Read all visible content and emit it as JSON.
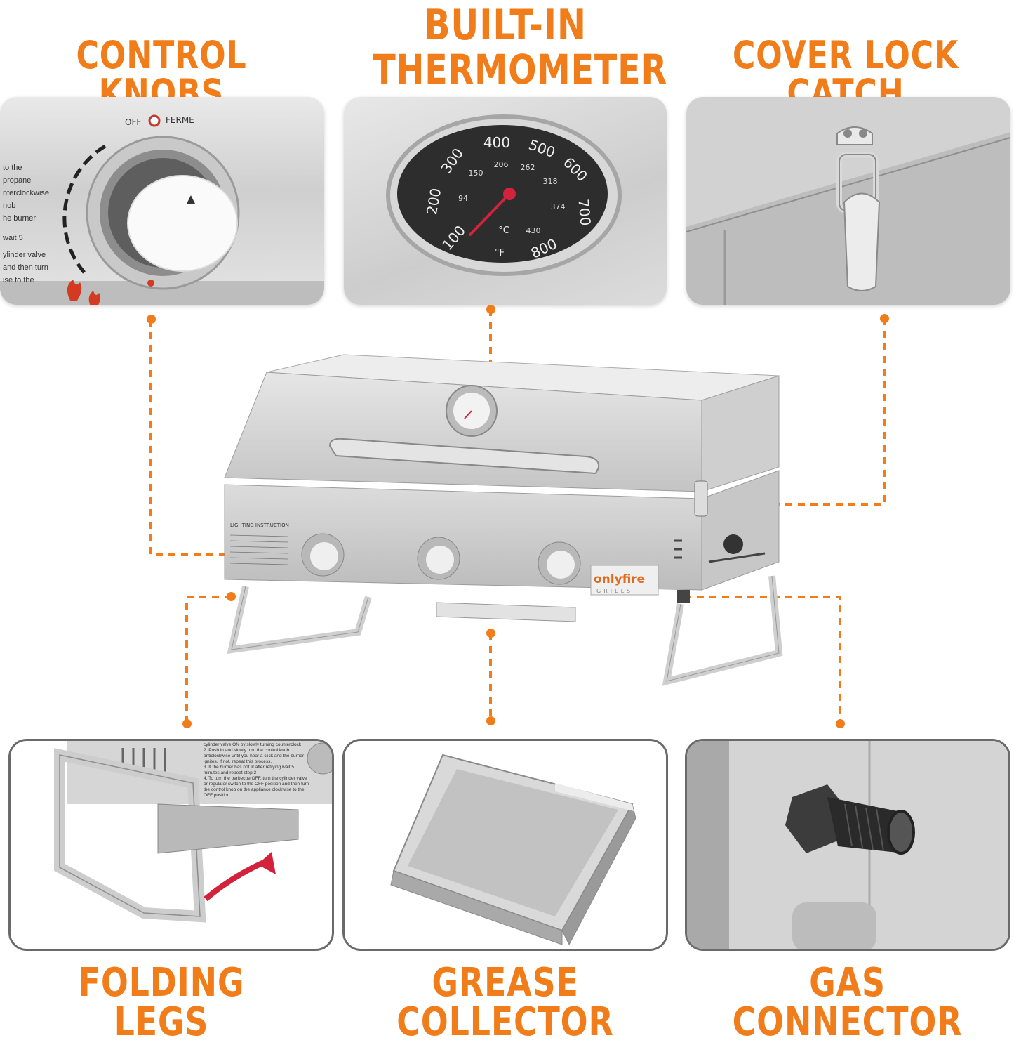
{
  "labels": {
    "control_knobs": "CONTROL KNOBS",
    "thermometer_line1": "BUILT-IN",
    "thermometer_line2": "THERMOMETER",
    "cover_lock": "COVER LOCK CATCH",
    "folding_legs": "FOLDING LEGS",
    "grease_collector": "GREASE COLLECTOR",
    "gas_connector": "GAS CONNECTOR"
  },
  "knob_panel": {
    "off_label": "OFF",
    "ferme_label": "FERME",
    "instructions": [
      "to the",
      "propane",
      "nterclockwise",
      "nob",
      "he burner",
      "wait 5",
      "ylinder valve",
      "and then turn",
      "ise to the"
    ]
  },
  "thermometer": {
    "fahrenheit_ticks": [
      "100",
      "200",
      "300",
      "400",
      "500",
      "600",
      "700",
      "800"
    ],
    "celsius_ticks": [
      "94",
      "150",
      "206",
      "262",
      "318",
      "374",
      "430"
    ],
    "unit_c": "°C",
    "unit_f": "°F"
  },
  "grill": {
    "brand": "onlyfire",
    "brand_sub": "GRILLS",
    "instruction_title": "LIGHTING INSTRUCTION"
  },
  "legs_panel": {
    "instructions": [
      "cylinder valve ON by slowly turning counterclock",
      "2. Push in and slowly turn the control knob",
      "anticlockwise until you hear a click and the burner",
      "ignites. If not, repeat this process.",
      "3. If the burner has not lit after retrying wait 5",
      "minutes and repeat step 2",
      "4. To turn the barbecue OFF, turn the cylinder valve",
      "or regulator switch to the OFF position and then turn",
      "the control knob on the appliance clockwise to the",
      "OFF position."
    ]
  },
  "colors": {
    "accent": "#f07d1a",
    "steel": "#d4d4d4",
    "panel_border": "#6a6a6a"
  }
}
